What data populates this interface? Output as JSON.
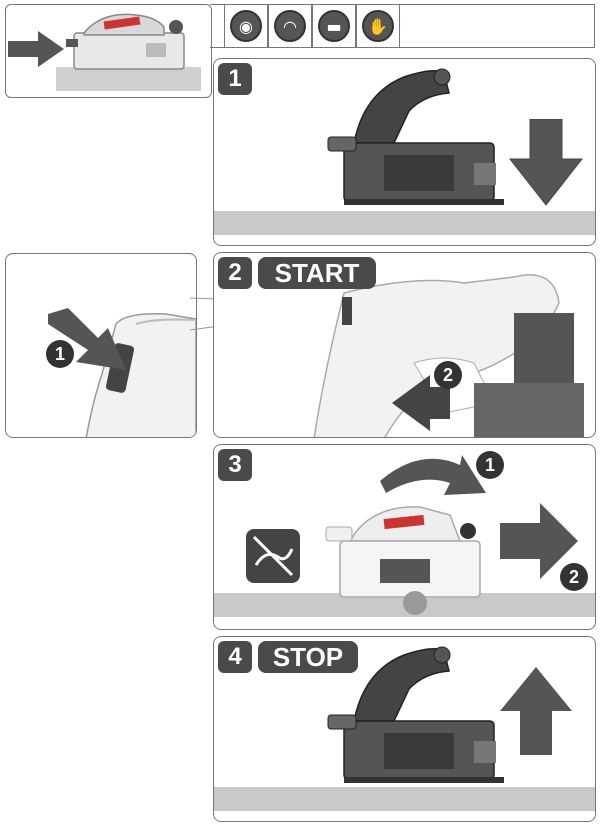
{
  "safety_icons": [
    {
      "name": "eye-protection-icon",
      "glyph": "◉"
    },
    {
      "name": "hearing-protection-icon",
      "glyph": "◠"
    },
    {
      "name": "dust-mask-icon",
      "glyph": "▬"
    },
    {
      "name": "gloves-icon",
      "glyph": "✋"
    }
  ],
  "steps": {
    "step1": {
      "number": "1"
    },
    "step2": {
      "number": "2",
      "label": "START",
      "callout_a": "1",
      "callout_b": "2"
    },
    "step3": {
      "number": "3",
      "callout_a": "1",
      "callout_b": "2"
    },
    "step4": {
      "number": "4",
      "label": "STOP"
    }
  },
  "colors": {
    "badge": "#4a4a4a",
    "arrow": "#555555",
    "floor": "#c9c9c9",
    "border": "#777777"
  }
}
